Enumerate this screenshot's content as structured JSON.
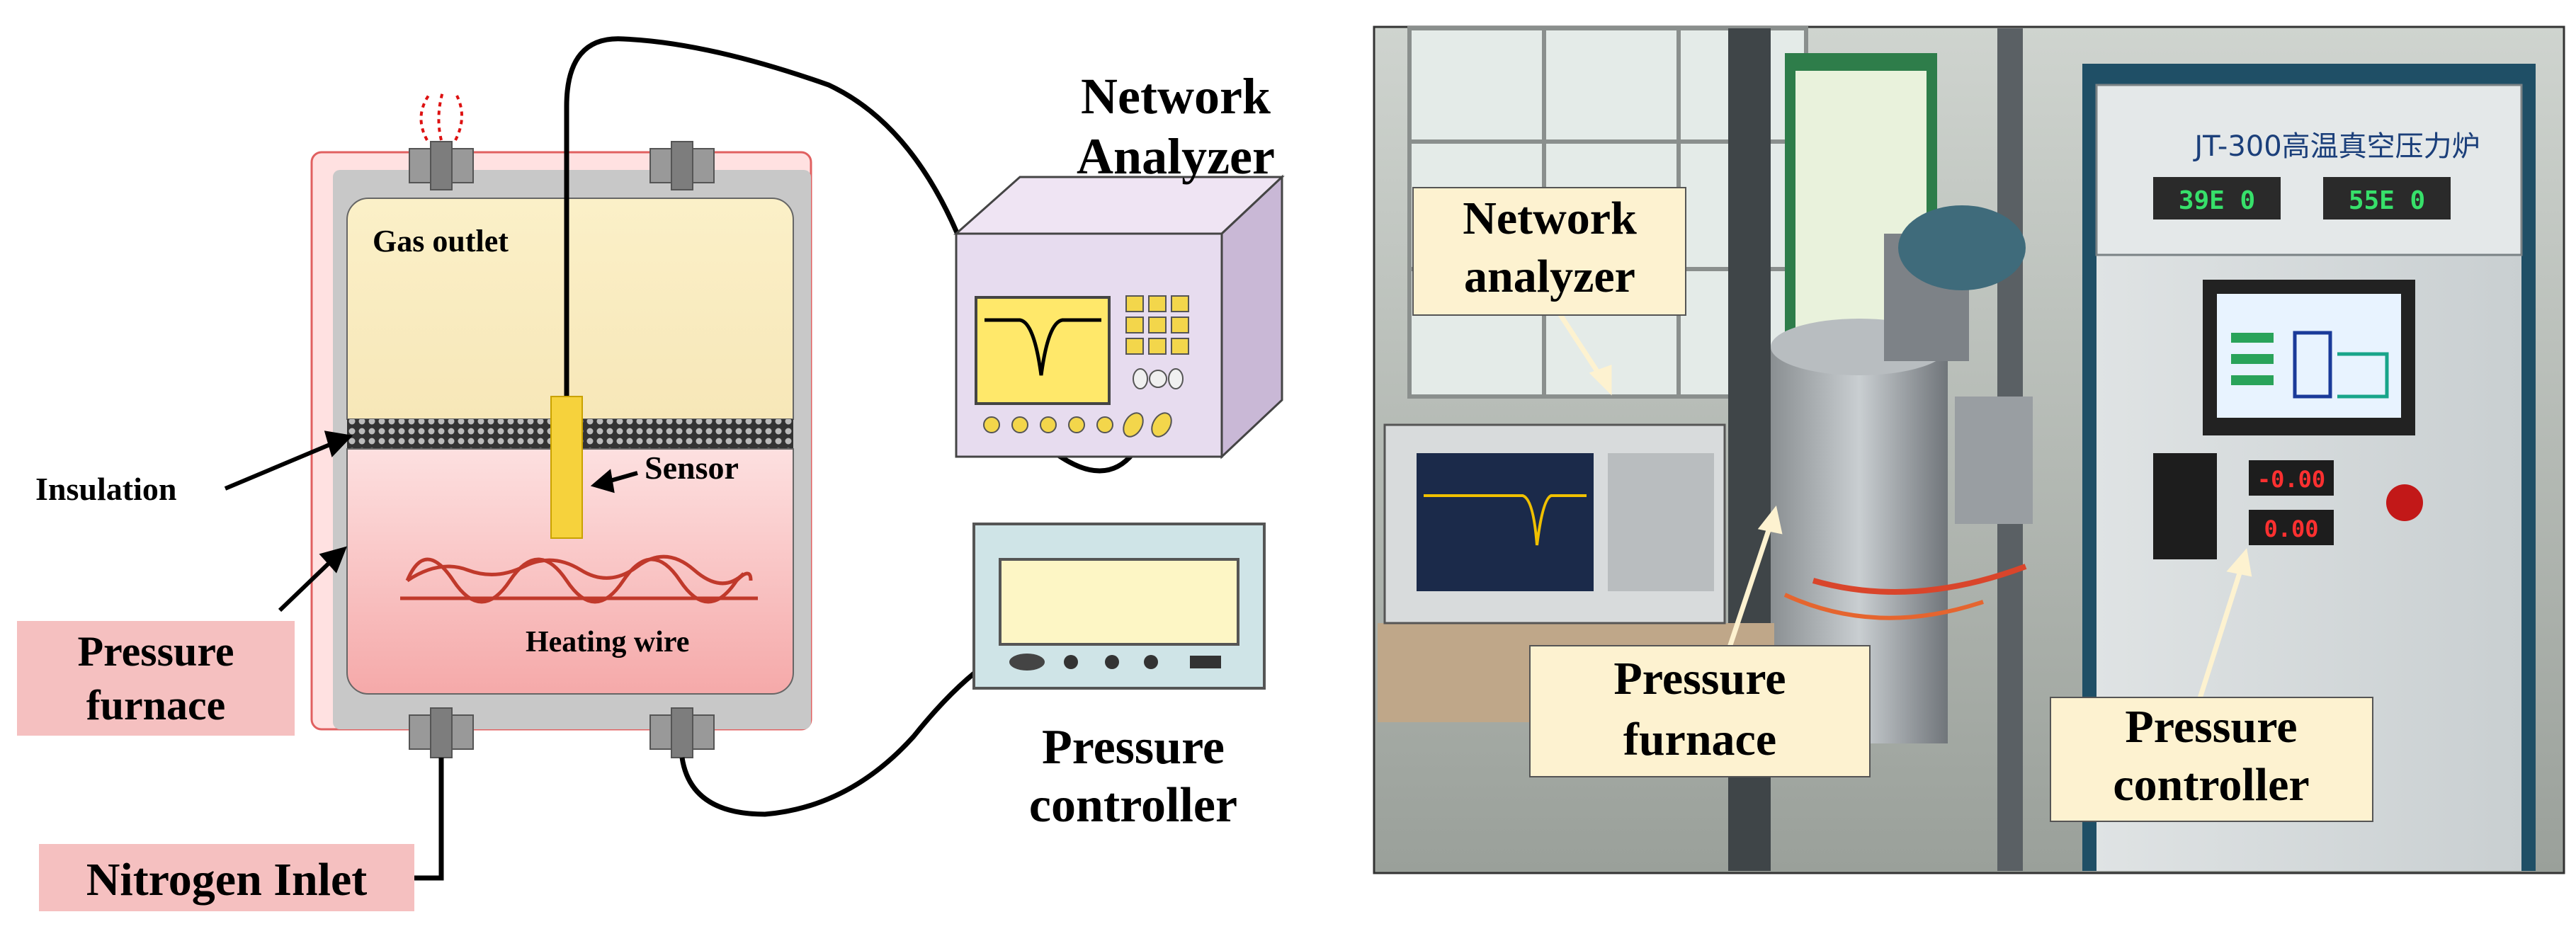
{
  "schematic": {
    "network_analyzer_label": [
      "Network",
      "Analyzer"
    ],
    "pressure_controller_label": [
      "Pressure",
      "controller"
    ],
    "gas_outlet_label": "Gas outlet",
    "insulation_label": "Insulation",
    "sensor_label": "Sensor",
    "heating_wire_label": "Heating wire",
    "pressure_furnace_label": [
      "Pressure",
      "furnace"
    ],
    "nitrogen_inlet_label": "Nitrogen Inlet"
  },
  "photo": {
    "network_analyzer_label": [
      "Network",
      "analyzer"
    ],
    "pressure_furnace_label": [
      "Pressure",
      "furnace"
    ],
    "pressure_controller_label": [
      "Pressure",
      "controller"
    ],
    "cabinet_title": "JT-300高温真空压力炉",
    "display_1": "39E 0",
    "display_2": "55E 0",
    "display_3": "-0.00",
    "display_4": "0.00"
  },
  "colors": {
    "furnace_outer": "#ffe1e1",
    "furnace_wall": "#c8c8c8",
    "chamber_top": "#fbf0c8",
    "chamber_bottom": "#f7b5b5",
    "label_box": "#fdf2d0",
    "pink_label": "#f5c0c0",
    "heating_wire": "#c0392b",
    "sensor": "#f6d23c"
  }
}
